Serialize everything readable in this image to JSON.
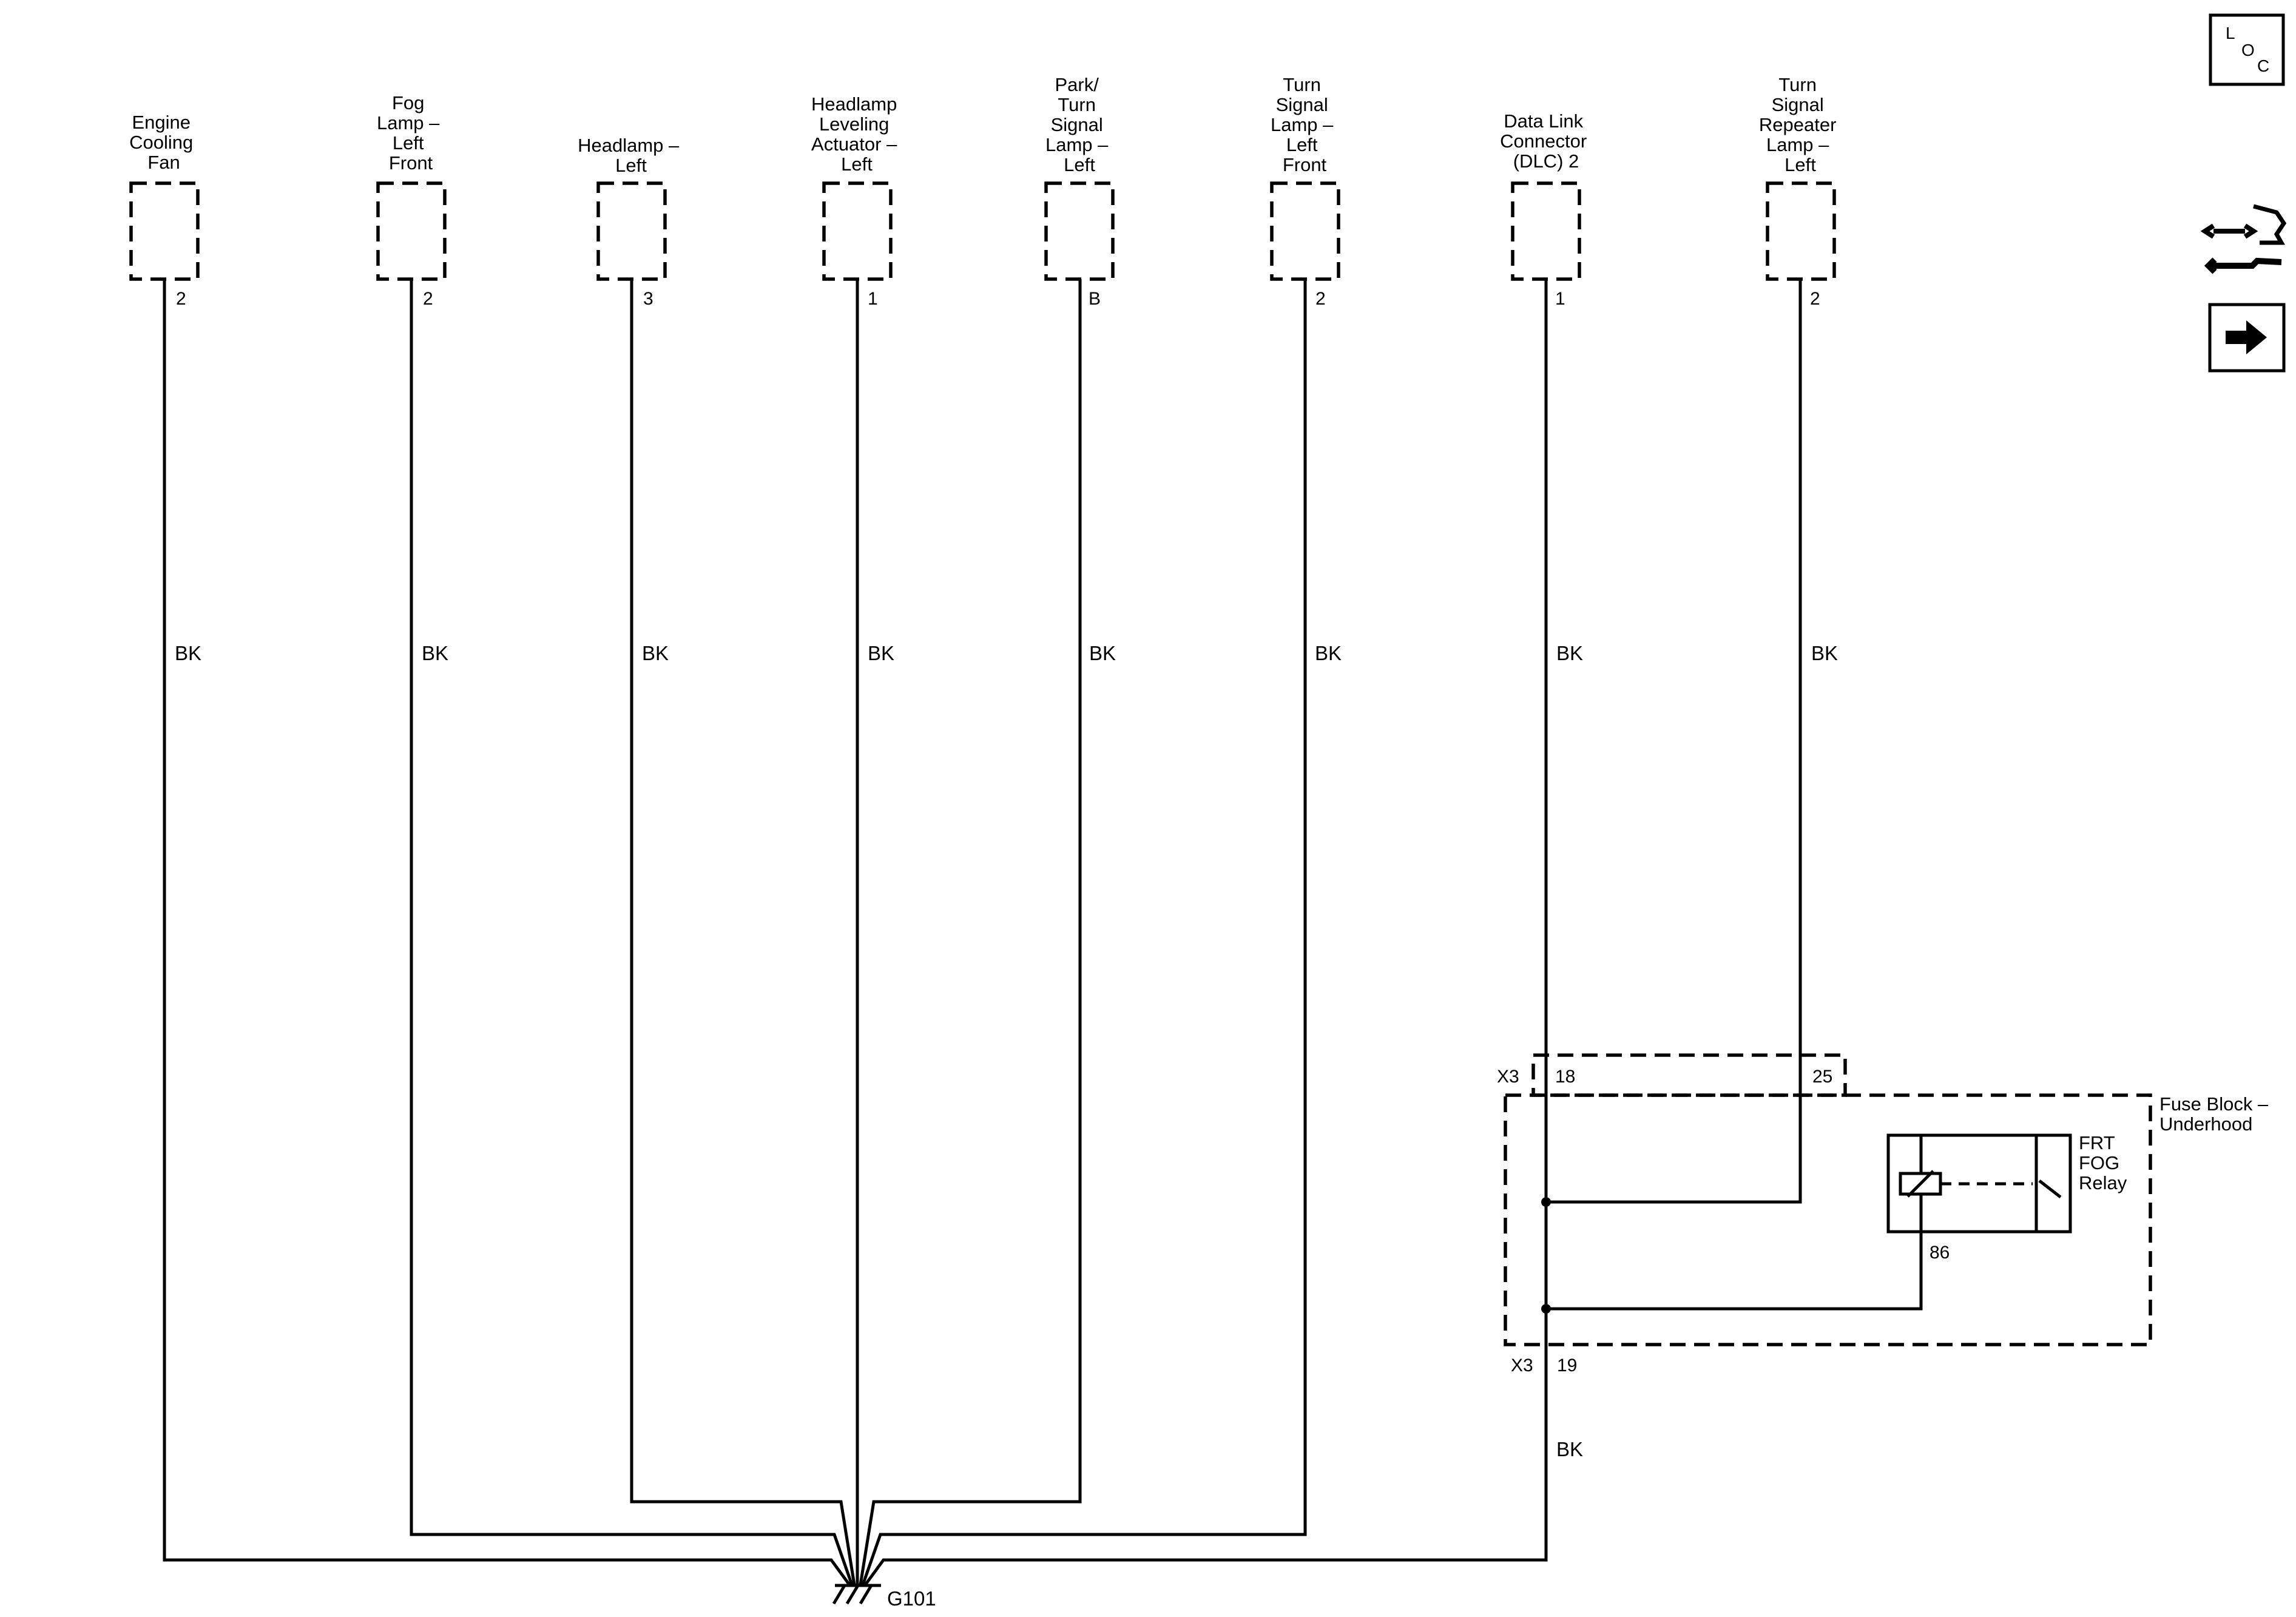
{
  "components": [
    {
      "id": "engine-cooling-fan",
      "label_lines": [
        "Engine",
        "Cooling",
        "Fan"
      ],
      "pin": "2",
      "wire_color": "BK"
    },
    {
      "id": "fog-lamp-left-front",
      "label_lines": [
        "Fog",
        "Lamp –",
        "Left",
        "Front"
      ],
      "pin": "2",
      "wire_color": "BK"
    },
    {
      "id": "headlamp-left",
      "label_lines": [
        "Headlamp –",
        "Left"
      ],
      "pin": "3",
      "wire_color": "BK"
    },
    {
      "id": "headlamp-leveling-actuator-left",
      "label_lines": [
        "Headlamp",
        "Leveling",
        "Actuator –",
        "Left"
      ],
      "pin": "1",
      "wire_color": "BK"
    },
    {
      "id": "park-turn-signal-lamp-left",
      "label_lines": [
        "Park/",
        "Turn",
        "Signal",
        "Lamp –",
        "Left"
      ],
      "pin": "B",
      "wire_color": "BK"
    },
    {
      "id": "turn-signal-lamp-left-front",
      "label_lines": [
        "Turn",
        "Signal",
        "Lamp –",
        "Left",
        "Front"
      ],
      "pin": "2",
      "wire_color": "BK"
    },
    {
      "id": "data-link-connector-2",
      "label_lines": [
        "Data Link",
        "Connector",
        "(DLC) 2"
      ],
      "pin": "1",
      "wire_color": "BK"
    },
    {
      "id": "turn-signal-repeater-lamp-left",
      "label_lines": [
        "Turn",
        "Signal",
        "Repeater",
        "Lamp –",
        "Left"
      ],
      "pin": "2",
      "wire_color": "BK"
    }
  ],
  "fuse_block": {
    "label_lines": [
      "Fuse Block –",
      "Underhood"
    ],
    "connector_top": "X3",
    "pin_top_a": "18",
    "pin_top_b": "25",
    "connector_bottom": "X3",
    "pin_bottom": "19",
    "out_wire_color": "BK",
    "relay": {
      "label_lines": [
        "FRT",
        "FOG",
        "Relay"
      ],
      "pin": "86"
    }
  },
  "ground": {
    "label": "G101"
  },
  "icons": {
    "loc": {
      "name": "loc-icon",
      "letters": [
        "L",
        "O",
        "C"
      ]
    },
    "service": {
      "name": "service-info-icon"
    },
    "next": {
      "name": "next-arrow-icon"
    }
  }
}
